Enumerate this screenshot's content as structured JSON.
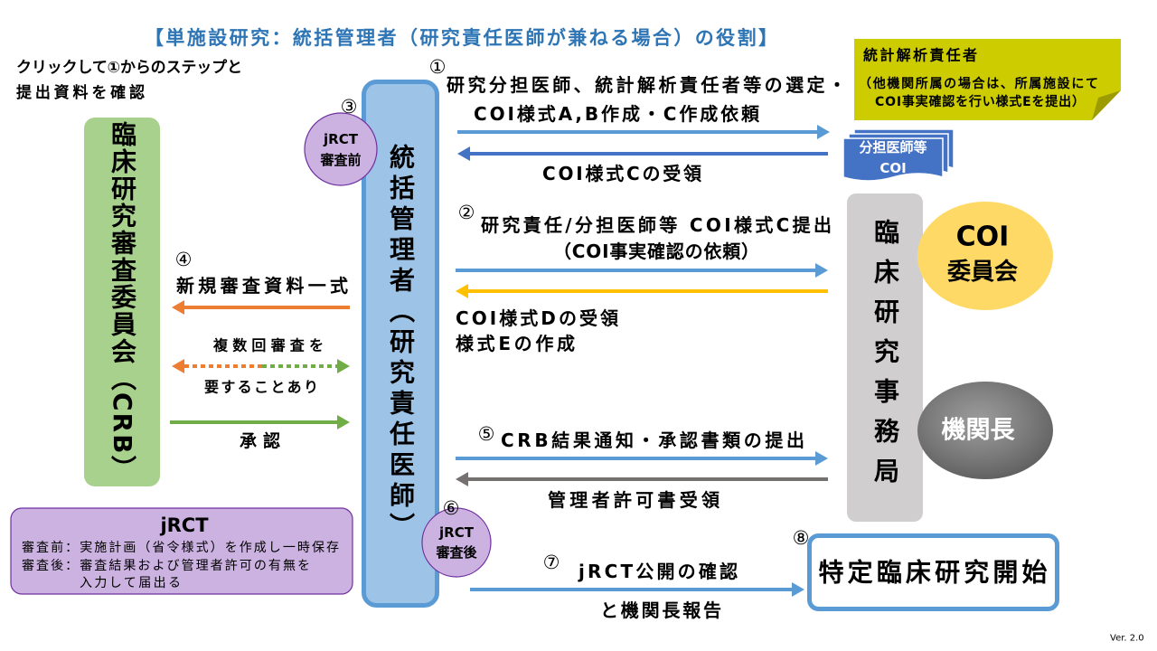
{
  "title": "【単施設研究：統括管理者（研究責任医師が兼ねる場合）の役割】",
  "instruction": {
    "line1": "クリックして①からのステップと",
    "line2": "提出資料を確認"
  },
  "crb": {
    "label": "臨床研究審査委員会（CRB）"
  },
  "manager": {
    "label": "統括管理者（研究責任医師）"
  },
  "office": {
    "label": "臨床研究事務局"
  },
  "coi_committee": {
    "line1": "COI",
    "line2": "委員会"
  },
  "director": {
    "label": "機関長"
  },
  "statistician": {
    "title": "統計解析責任者",
    "note_line1": "（他機関所属の場合は、所属施設にて",
    "note_line2": "COI事実確認を行い様式Eを提出）"
  },
  "coi_docs": {
    "line1": "分担医師等",
    "line2": "COI"
  },
  "jrct_before": {
    "line1": "jRCT",
    "line2": "審査前"
  },
  "jrct_after": {
    "line1": "jRCT",
    "line2": "審査後"
  },
  "steps": {
    "s1": {
      "num": "①",
      "line1": "研究分担医師、統計解析責任者等の選定・",
      "line2": "COI様式A,B作成・C作成依頼",
      "reply": "COI様式Cの受領"
    },
    "s2": {
      "num": "②",
      "line1": "研究責任/分担医師等 COI様式C提出",
      "line2": "（COI事実確認の依頼）",
      "reply_line1": "COI様式Dの受領",
      "reply_line2": "様式Eの作成"
    },
    "s3": {
      "num": "③"
    },
    "s4": {
      "num": "④",
      "label": "新規審査資料一式",
      "note_line1": "複数回審査を",
      "note_line2": "要することあり",
      "approval": "承認"
    },
    "s5": {
      "num": "⑤",
      "label": "CRB結果通知・承認書類の提出",
      "reply": "管理者許可書受領"
    },
    "s6": {
      "num": "⑥"
    },
    "s7": {
      "num": "⑦",
      "line1": "jRCT公開の確認",
      "line2": "と機関長報告"
    },
    "s8": {
      "num": "⑧",
      "label": "特定臨床研究開始"
    }
  },
  "jrct_box": {
    "title": "jRCT",
    "line1": "審査前：実施計画（省令様式）を作成し一時保存",
    "line2": "審査後：審査結果および管理者許可の有無を",
    "line3": "入力して届出る"
  },
  "version": "Ver. 2.0",
  "colors": {
    "title": "#2e75b6",
    "arrow_blue": "#5b9bd5",
    "arrow_darkblue": "#4472c4",
    "arrow_yellow": "#ffc000",
    "arrow_orange": "#ed7d31",
    "arrow_green": "#70ad47",
    "arrow_gray": "#767171",
    "crb_fill": "#a9d18e",
    "manager_fill": "#9dc3e6",
    "manager_border": "#5b9bd5",
    "jrct_fill": "#cbb2e0",
    "jrct_border": "#7030a0",
    "office_fill": "#d0cece",
    "coi_fill": "#ffd966",
    "director_fill": "#7f7f7f",
    "statistician_fill": "#cccc00",
    "docs_fill": "#4472c4"
  }
}
